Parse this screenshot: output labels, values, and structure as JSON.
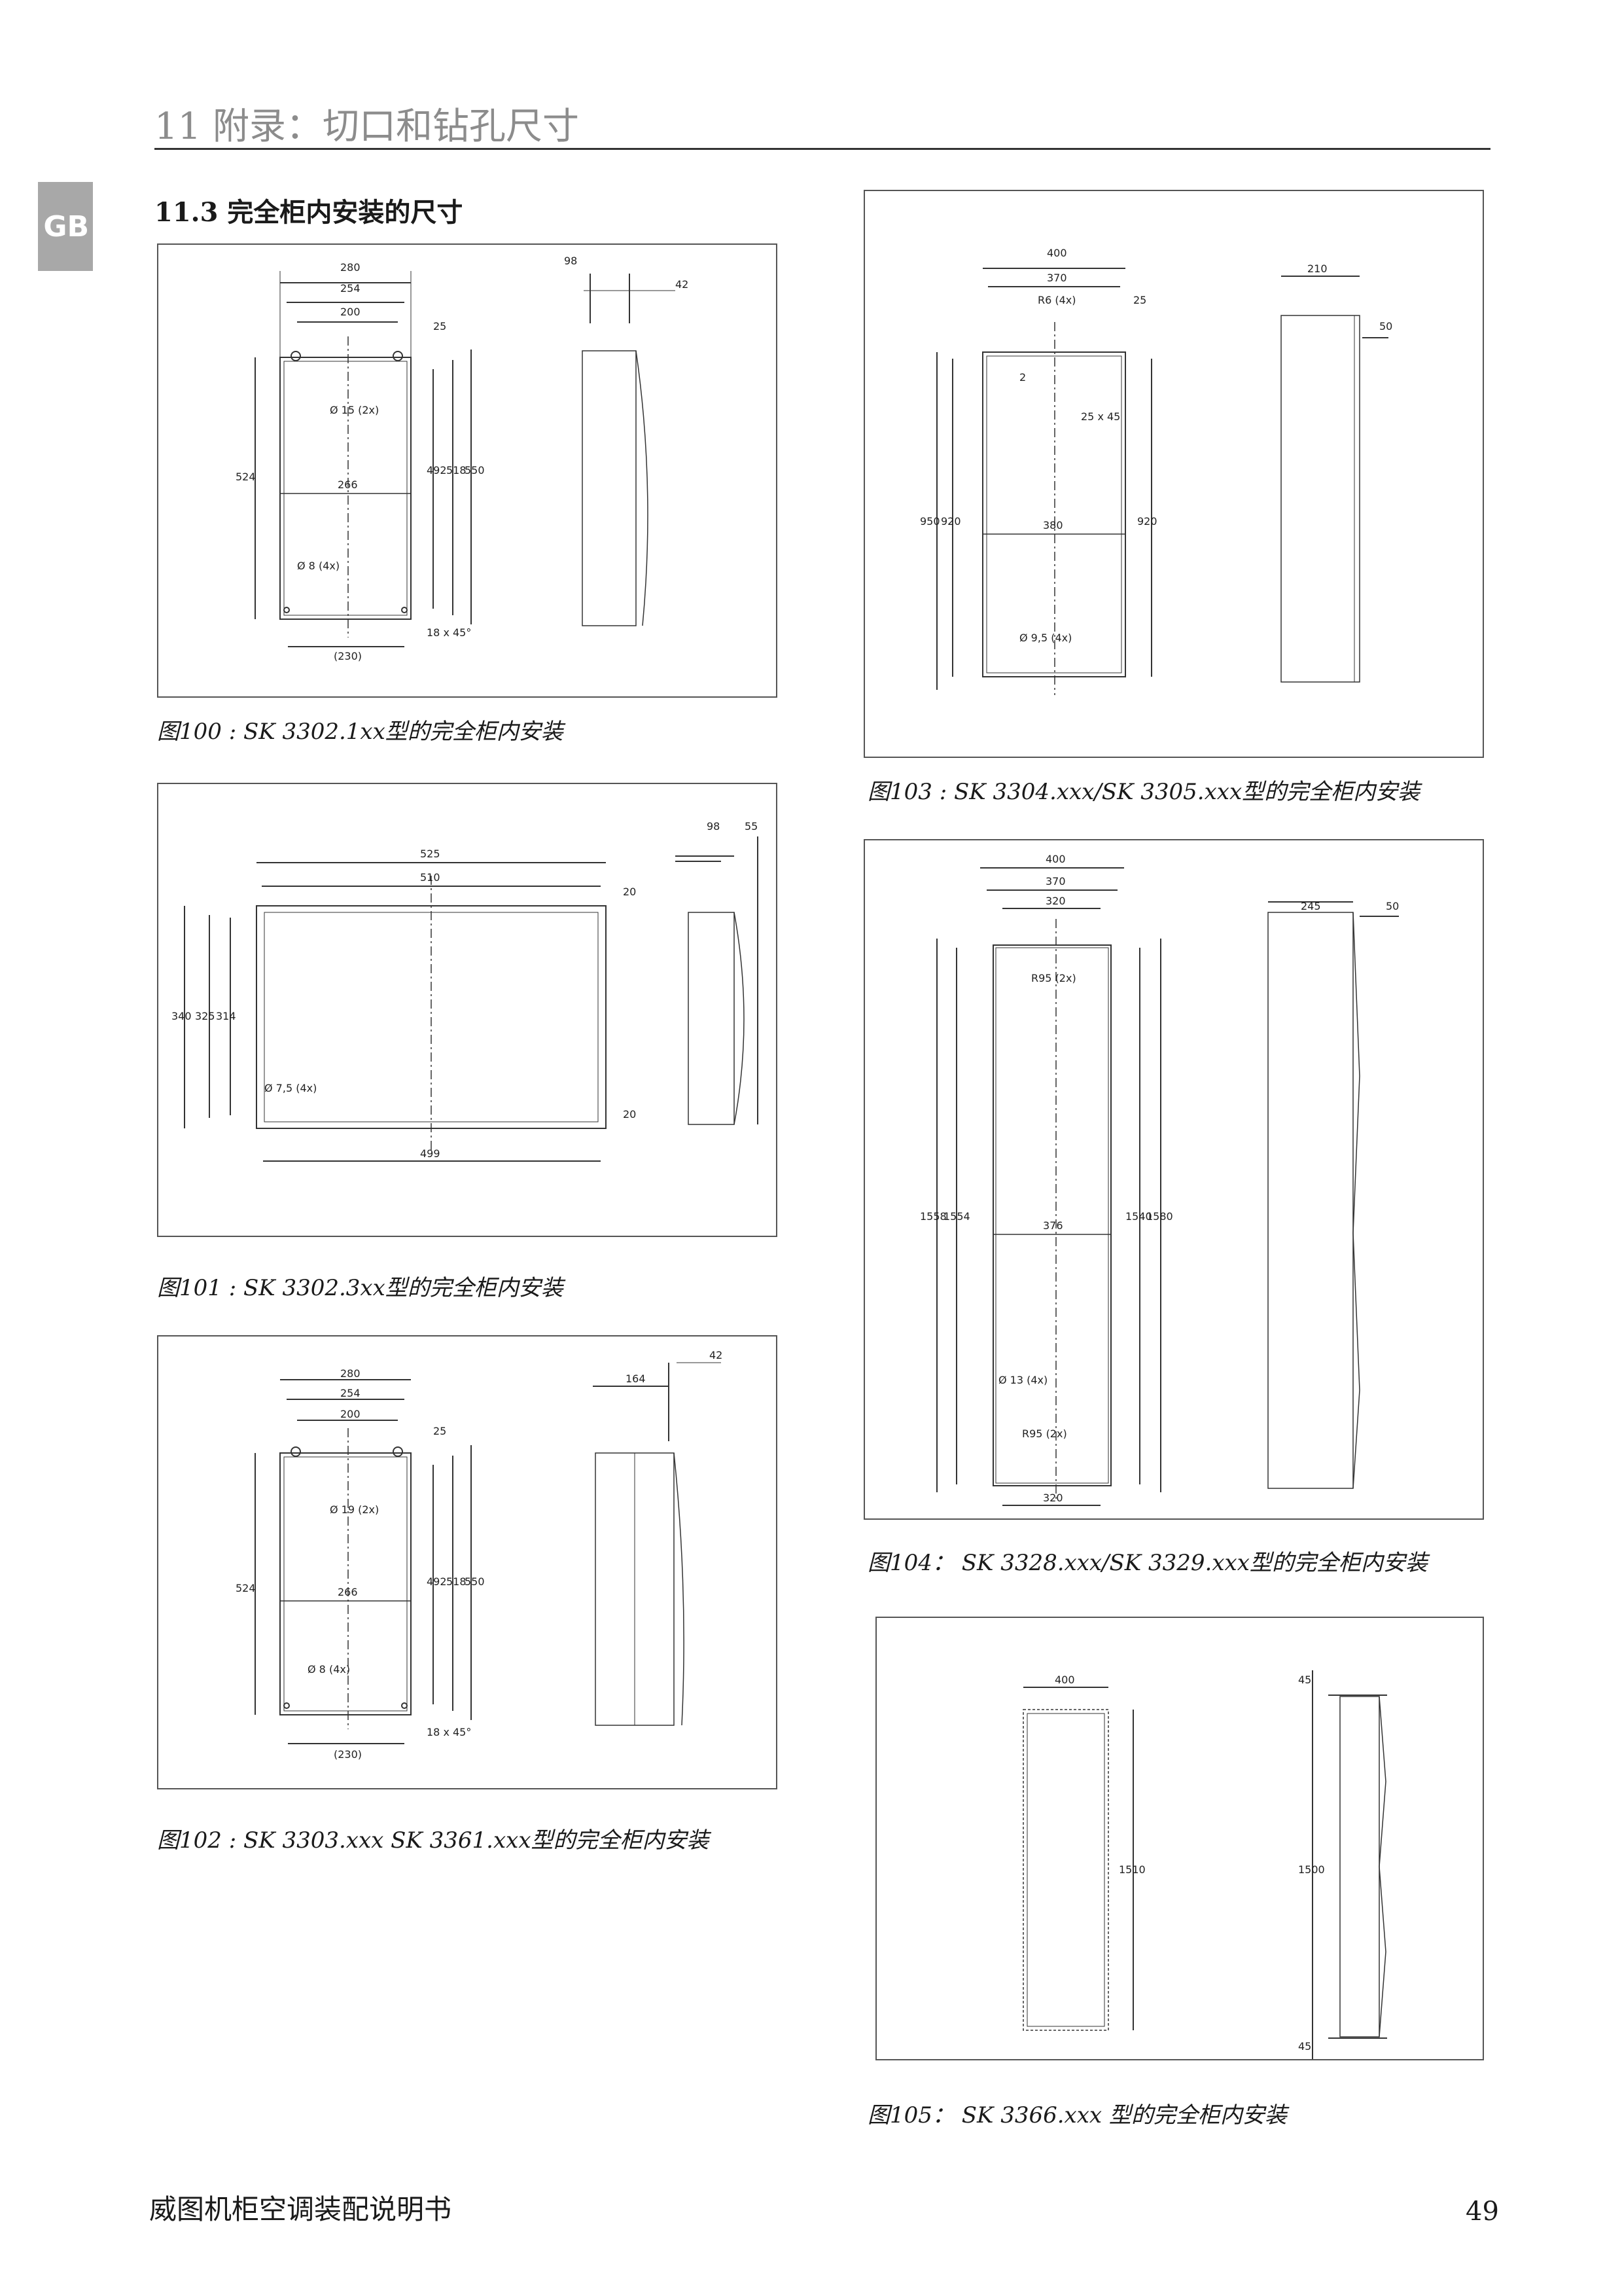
{
  "header": {
    "title": "11 附录：切口和钻孔尺寸",
    "tab": "GB"
  },
  "section": {
    "title": "11.3 完全柜内安装的尺寸"
  },
  "figures": {
    "fig100": {
      "caption": "图100 : SK 3302.1xx型的完全柜内安装",
      "dims": [
        "280",
        "254",
        "200",
        "25",
        "Ø 15 (2x)",
        "524",
        "266",
        "492",
        "518",
        "550",
        "Ø 8 (4x)",
        "18 x 45°",
        "(230)",
        "98",
        "42"
      ]
    },
    "fig101": {
      "caption": "图101 : SK 3302.3xx型的完全柜内安装",
      "dims": [
        "525",
        "510",
        "20",
        "340",
        "325",
        "314",
        "Ø 7,5 (4x)",
        "20",
        "499",
        "98",
        "55"
      ]
    },
    "fig102": {
      "caption": "图102 : SK 3303.xxx SK 3361.xxx型的完全柜内安装",
      "dims": [
        "280",
        "254",
        "200",
        "25",
        "Ø 19 (2x)",
        "524",
        "266",
        "492",
        "518",
        "550",
        "Ø 8 (4x)",
        "18 x 45°",
        "(230)",
        "164",
        "42"
      ]
    },
    "fig103": {
      "caption": "图103 : SK 3304.xxx/SK 3305.xxx型的完全柜内安装",
      "dims": [
        "400",
        "370",
        "R6 (4x)",
        "25",
        "2",
        "25 x 45",
        "950",
        "920",
        "380",
        "920",
        "Ø 9,5 (4x)",
        "210",
        "50"
      ]
    },
    "fig104": {
      "caption": "图104：  SK 3328.xxx/SK 3329.xxx型的完全柜内安装",
      "dims": [
        "400",
        "370",
        "320",
        "R95 (2x)",
        "1558",
        "1554",
        "376",
        "1540",
        "1580",
        "Ø 13 (4x)",
        "R95 (2x)",
        "320",
        "245",
        "50"
      ]
    },
    "fig105": {
      "caption": "图105：  SK 3366.xxx 型的完全柜内安装",
      "dims": [
        "400",
        "1510",
        "45",
        "1500",
        "45"
      ]
    }
  },
  "footer": {
    "text": "威图机柜空调装配说明书",
    "page": "49"
  }
}
